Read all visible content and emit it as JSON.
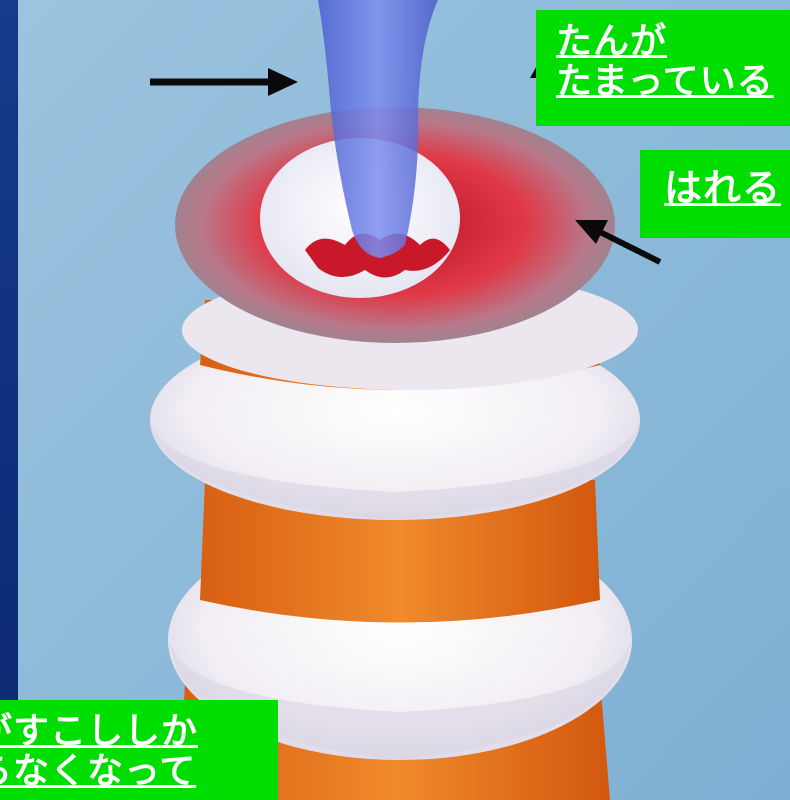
{
  "labels": {
    "phlegm": {
      "line1": "たんが",
      "line2": "たまっている"
    },
    "swelling": {
      "text": "はれる"
    },
    "narrowing": {
      "line1": "がすこししか",
      "line2": "らなくなって"
    }
  },
  "colors": {
    "slide_background": "#12307a",
    "label_background": "#00dd00",
    "label_text": "#ffffff",
    "panel_background": "#8ab8d8",
    "cartilage_ring": "#f5f2f4",
    "muscle_band": "#e8701c",
    "inflamed_tissue": "#d01f2b",
    "lumen_surface": "#8e8a92",
    "phlegm_tube": "#5c6fd8"
  },
  "icons": [
    "arrow-right-icon",
    "arrow-up-icon",
    "arrow-up-left-icon"
  ]
}
